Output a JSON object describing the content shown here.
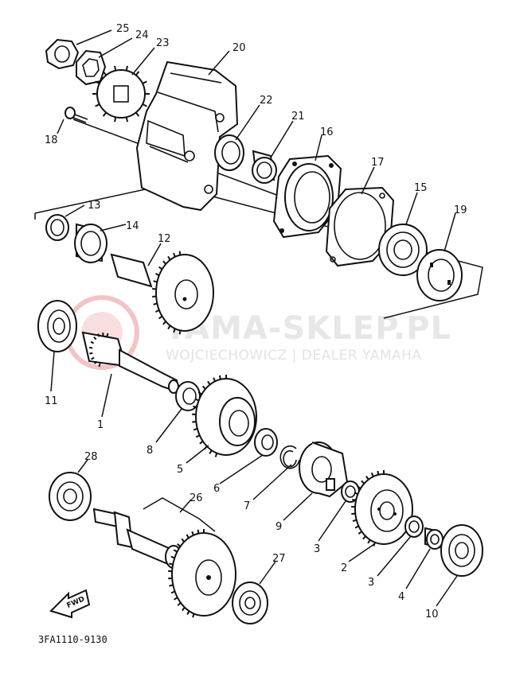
{
  "diagram": {
    "code": "3FA1110-9130",
    "fwd_label": "FWD",
    "watermark": {
      "brand": "YAMA-SKLEP.PL",
      "dealer": "WOJCIECHOWICZ | DEALER YAMAHA"
    },
    "callouts": {
      "c1": "1",
      "c2": "2",
      "c3a": "3",
      "c3b": "3",
      "c4": "4",
      "c5": "5",
      "c6": "6",
      "c7": "7",
      "c8": "8",
      "c9": "9",
      "c10": "10",
      "c11": "11",
      "c12": "12",
      "c13": "13",
      "c14": "14",
      "c15": "15",
      "c16": "16",
      "c17": "17",
      "c18": "18",
      "c19": "19",
      "c20": "20",
      "c21": "21",
      "c22": "22",
      "c23": "23",
      "c24": "24",
      "c25": "25",
      "c26": "26",
      "c27": "27",
      "c28": "28"
    }
  }
}
